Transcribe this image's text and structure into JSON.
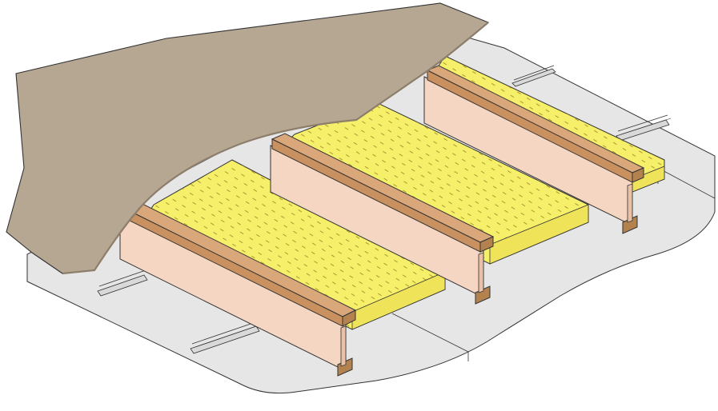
{
  "diagram": {
    "colors": {
      "background": "#ffffff",
      "ceiling": "#e6e6e6",
      "ceiling_edge": "#ffffff",
      "channel": "#d9d9d9",
      "insulation": "#f6ef6a",
      "insulation_streak": "#a58f2a",
      "joist_web": "#f4d6c2",
      "joist_flange_top": "#d9a77a",
      "joist_flange_side": "#b3824f",
      "subfloor": "#b6a793",
      "outline": "#333333"
    },
    "components": [
      {
        "id": "subfloor-sheet",
        "icon": "subfloor-panel"
      },
      {
        "id": "insulation-batt",
        "count": 3,
        "icon": "fiberglass-batt"
      },
      {
        "id": "i-joist",
        "count": 3,
        "icon": "i-joist"
      },
      {
        "id": "resilient-channel",
        "count": 4,
        "icon": "metal-channel"
      },
      {
        "id": "ceiling-board",
        "icon": "gypsum-board"
      }
    ]
  }
}
